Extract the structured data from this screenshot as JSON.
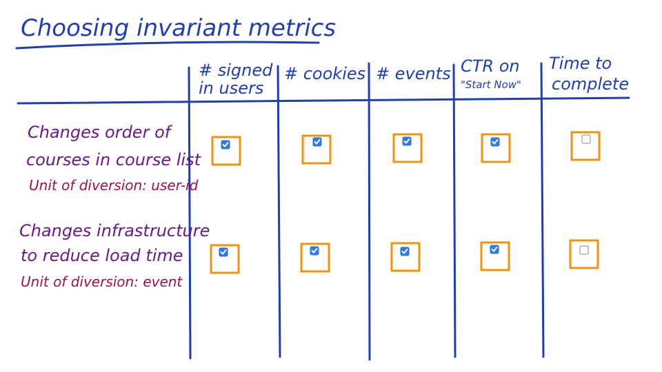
{
  "title": "Choosing invariant metrics",
  "columns": [
    {
      "lines": [
        "# signed",
        "in users"
      ]
    },
    {
      "lines": [
        "# cookies"
      ]
    },
    {
      "lines": [
        "# events"
      ]
    },
    {
      "lines": [
        "CTR on",
        "\"Start Now\""
      ]
    },
    {
      "lines": [
        "Time to",
        "complete"
      ]
    }
  ],
  "rows": [
    {
      "desc": [
        "Changes order of",
        "courses in course list"
      ],
      "unit": "Unit of diversion: user-id",
      "checks": [
        true,
        true,
        true,
        true,
        false
      ]
    },
    {
      "desc": [
        "Changes infrastructure",
        "to reduce load time"
      ],
      "unit": "Unit of diversion: event",
      "checks": [
        true,
        true,
        true,
        true,
        false
      ]
    }
  ],
  "colors": {
    "ink_blue": "#1f3fb0",
    "ink_purple": "#6a1a86",
    "ink_magenta": "#a0104c",
    "box_orange": "#f0920a",
    "checkbox_blue": "#2f7bea"
  }
}
